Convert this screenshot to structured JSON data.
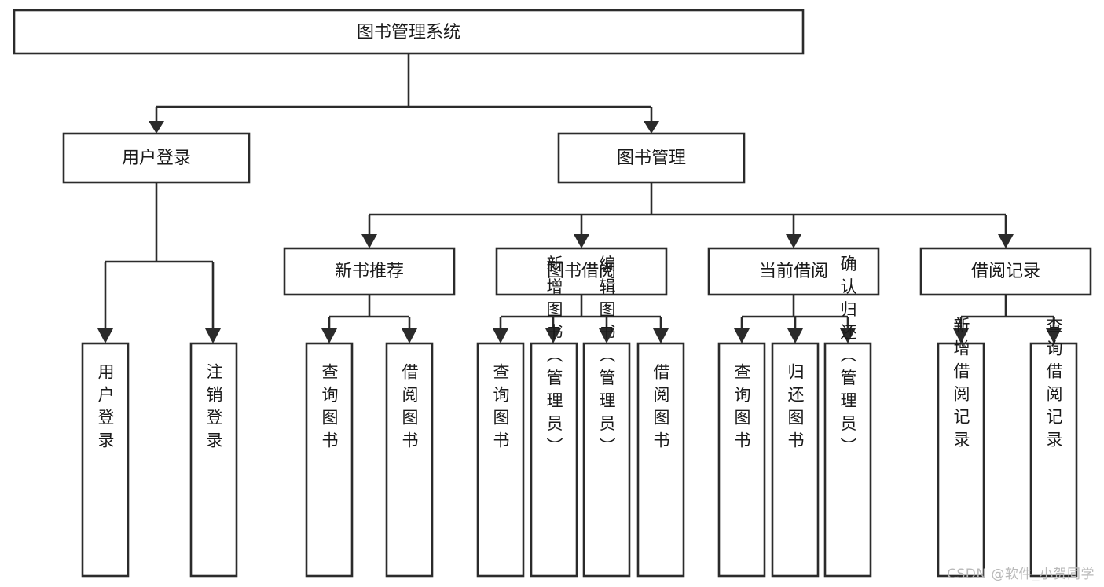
{
  "diagram": {
    "title": "图书管理系统",
    "watermark": "CSDN @软件_小贺同学",
    "root": {
      "label": "图书管理系统"
    },
    "level2": [
      {
        "label": "用户登录"
      },
      {
        "label": "图书管理"
      }
    ],
    "level3": [
      {
        "label": "新书推荐"
      },
      {
        "label": "图书借阅"
      },
      {
        "label": "当前借阅"
      },
      {
        "label": "借阅记录"
      }
    ],
    "leaves": {
      "user_login": [
        {
          "label": "用户登录"
        },
        {
          "label": "注销登录"
        }
      ],
      "new_book_recommend": [
        {
          "label": "查询图书"
        },
        {
          "label": "借阅图书"
        }
      ],
      "book_borrow": [
        {
          "label": "查询图书"
        },
        {
          "label": "新增图书（管理员）"
        },
        {
          "label": "编辑图书（管理员）"
        },
        {
          "label": "借阅图书"
        }
      ],
      "current_borrow": [
        {
          "label": "查询图书"
        },
        {
          "label": "归还图书"
        },
        {
          "label": "确认归还（管理员）"
        }
      ],
      "borrow_record": [
        {
          "label": "新增借阅记录"
        },
        {
          "label": "查询借阅记录"
        }
      ]
    },
    "colors": {
      "stroke": "#2b2b2b",
      "fill": "#ffffff",
      "text": "#1a1a1a",
      "watermark": "#b9b9b9"
    }
  }
}
